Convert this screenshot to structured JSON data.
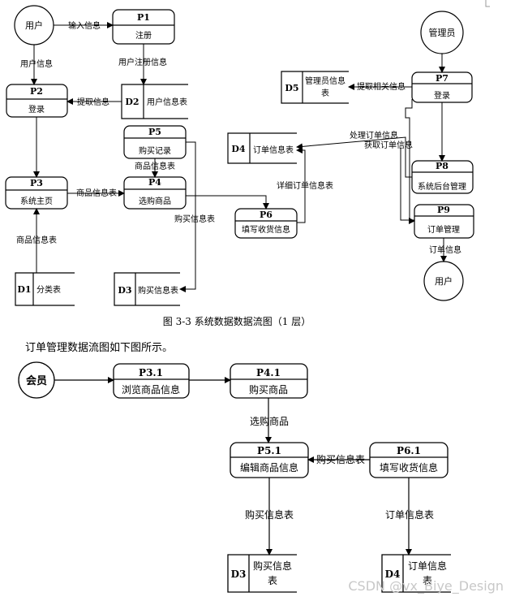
{
  "diagram1": {
    "external": {
      "user_top": "用户",
      "admin": "管理员",
      "user_bottom": "用户"
    },
    "processes": {
      "p1": {
        "id": "P1",
        "name": "注册"
      },
      "p2": {
        "id": "P2",
        "name": "登录"
      },
      "p3": {
        "id": "P3",
        "name": "系统主页"
      },
      "p4": {
        "id": "P4",
        "name": "选购商品"
      },
      "p5": {
        "id": "P5",
        "name": "购买记录"
      },
      "p6": {
        "id": "P6",
        "name": "填写收货信息"
      },
      "p7": {
        "id": "P7",
        "name": "登录"
      },
      "p8": {
        "id": "P8",
        "name": "系统后台管理"
      },
      "p9": {
        "id": "P9",
        "name": "订单管理"
      }
    },
    "stores": {
      "d1": {
        "id": "D1",
        "name": "分类表"
      },
      "d2": {
        "id": "D2",
        "name": "用户信息表"
      },
      "d3": {
        "id": "D3",
        "name": "购买信息表"
      },
      "d4": {
        "id": "D4",
        "name": "订单信息表"
      },
      "d5": {
        "id": "D5",
        "name_line1": "管理员信息",
        "name_line2": "表"
      }
    },
    "flows": {
      "input_info": "输入信息",
      "user_info": "用户信息",
      "user_reg_info": "用户注册信息",
      "fetch_info": "提取信息",
      "product_info_p3p4": "商品信息表",
      "product_info_p5": "商品信息表",
      "product_info_d1": "商品信息表",
      "purchase_info": "购买信息表",
      "detail_order": "详细订单信息表",
      "process_order": "处理订单信息",
      "get_order": "获取订单信息",
      "fetch_related": "提取相关信息",
      "order_info": "订单信息"
    },
    "caption": "图 3-3 系统数据数据流图（1 层）"
  },
  "intro": "订单管理数据流图如下图所示。",
  "diagram2": {
    "external": {
      "member": "会员"
    },
    "processes": {
      "p31": {
        "id": "P3.1",
        "name": "浏览商品信息"
      },
      "p41": {
        "id": "P4.1",
        "name": "购买商品"
      },
      "p51": {
        "id": "P5.1",
        "name": "编辑商品信息"
      },
      "p61": {
        "id": "P6.1",
        "name": "填写收货信息"
      }
    },
    "stores": {
      "d3": {
        "id": "D3",
        "name_line1": "购买信息",
        "name_line2": "表"
      },
      "d4": {
        "id": "D4",
        "name_line1": "订单信息",
        "name_line2": "表"
      }
    },
    "flows": {
      "select_product": "选购商品",
      "purchase_info_h": "购买信息表",
      "purchase_info_v": "购买信息表",
      "order_info_v": "订单信息表"
    }
  },
  "watermark": "CSDN @vx_Biye_Design"
}
